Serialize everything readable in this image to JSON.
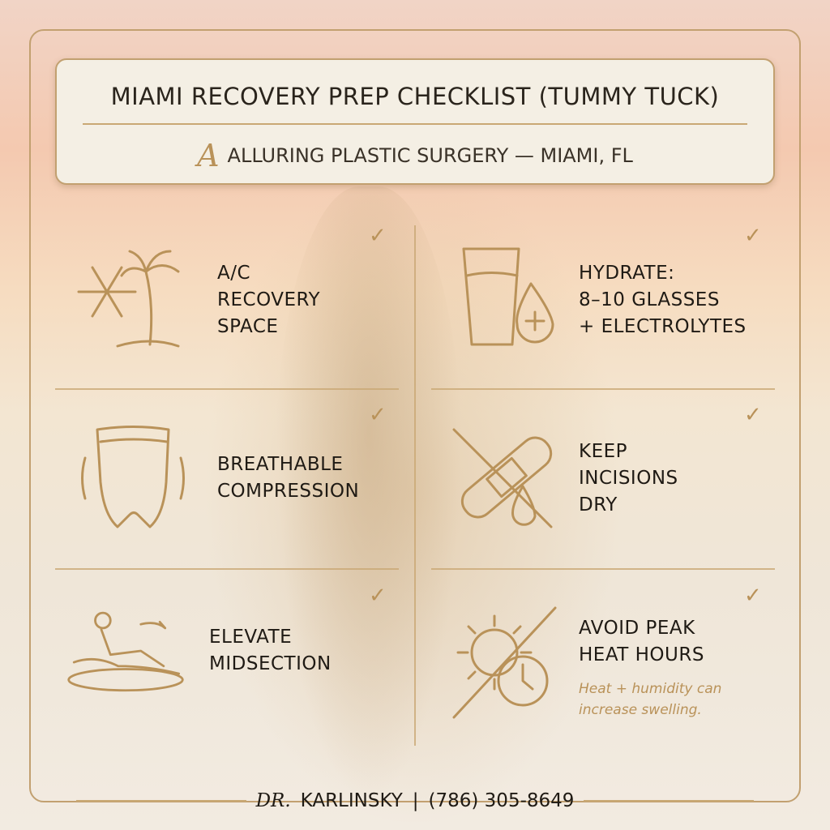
{
  "header": {
    "title": "MIAMI RECOVERY PREP CHECKLIST (TUMMY TUCK)",
    "logo_letter": "A",
    "subtitle": "ALLURING PLASTIC SURGERY  — MIAMI, FL"
  },
  "items": [
    {
      "label": "A/C\nRECOVERY\nSPACE",
      "icon": "snowflake-palm-icon",
      "checked": true
    },
    {
      "label": "HYDRATE:\n8–10 GLASSES\n+ ELECTROLYTES",
      "icon": "water-glass-drop-icon",
      "checked": true
    },
    {
      "label": "BREATHABLE\nCOMPRESSION",
      "icon": "compression-garment-icon",
      "checked": true
    },
    {
      "label": "KEEP\nINCISIONS\nDRY",
      "icon": "no-water-bandage-icon",
      "checked": true
    },
    {
      "label": "ELEVATE\nMIDSECTION",
      "icon": "reclining-person-icon",
      "checked": true
    },
    {
      "label": "AVOID PEAK\nHEAT HOURS",
      "note": "Heat + humidity can\nincrease swelling.",
      "icon": "sun-clock-icon",
      "checked": true
    }
  ],
  "check_glyph": "✓",
  "footer": {
    "doctor_prefix": "DR.",
    "doctor_name": "KARLINSKY",
    "separator": "|",
    "phone": "(786) 305-8649"
  },
  "colors": {
    "gold": "#b99259",
    "text": "#1f1a14",
    "panel": "#f4efe4"
  }
}
